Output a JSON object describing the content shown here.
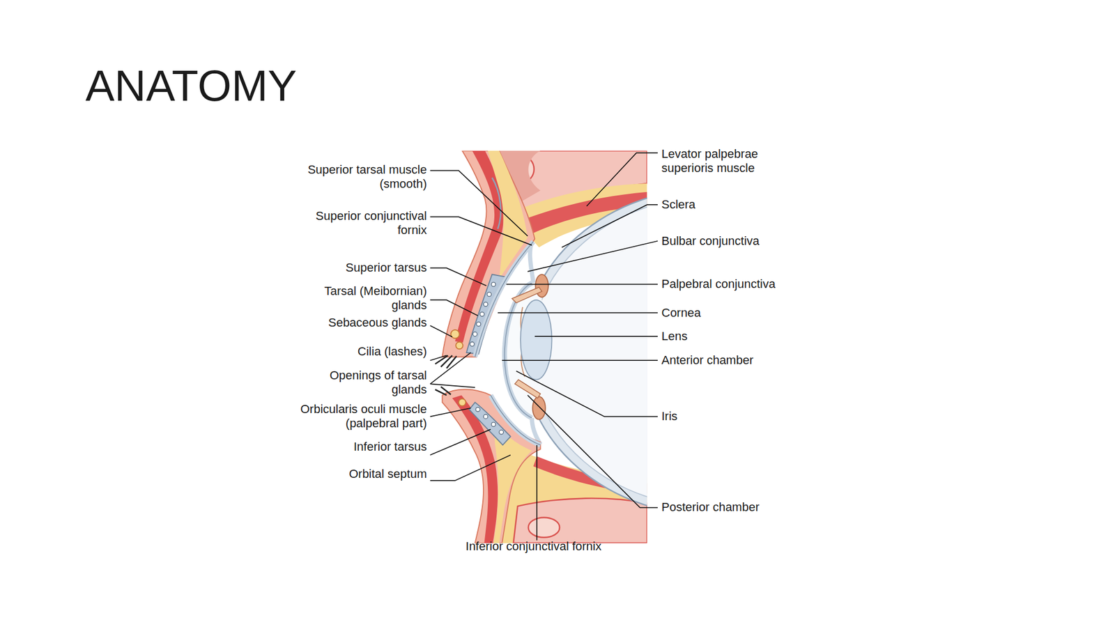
{
  "diagram": {
    "title": "ANATOMY",
    "labels": [
      "Superior tarsal muscle (smooth)",
      "Superior conjunctival fornix",
      "Superior tarsus",
      "Tarsal (Meibornian) glands",
      "Sebaceous glands",
      "Cilia (lashes)",
      "Openings of tarsal glands",
      "Orbicularis oculi muscle (palpebral part)",
      "Inferior tarsus",
      "Orbital septum",
      "Levator palpebrae superioris muscle",
      "Sclera",
      "Bulbar conjunctiva",
      "Palpebral conjunctiva",
      "Cornea",
      "Lens",
      "Anterior chamber",
      "Iris",
      "Posterior chamber",
      "Inferior conjunctival fornix"
    ]
  }
}
